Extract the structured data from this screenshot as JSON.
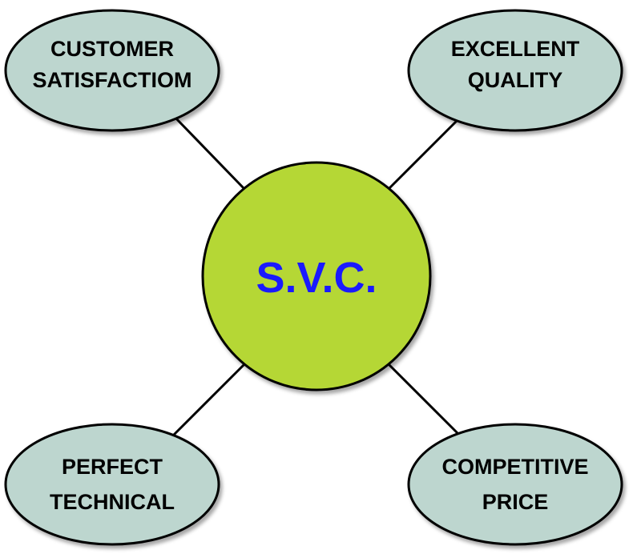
{
  "diagram": {
    "center": {
      "label": "S.V.C.",
      "fill": "#b5d734",
      "text_color": "#1a1aff"
    },
    "nodes": [
      {
        "id": "customer-satisfaction",
        "line1": "CUSTOMER",
        "line2": "SATISFACTIOM"
      },
      {
        "id": "excellent-quality",
        "line1": "EXCELLENT",
        "line2": "QUALITY"
      },
      {
        "id": "perfect-technical",
        "line1": "PERFECT",
        "line2": "TECHNICAL"
      },
      {
        "id": "competitive-price",
        "line1": "COMPETITIVE",
        "line2": "PRICE"
      }
    ],
    "node_fill": "#bdd6cf",
    "stroke_color": "#000000"
  }
}
